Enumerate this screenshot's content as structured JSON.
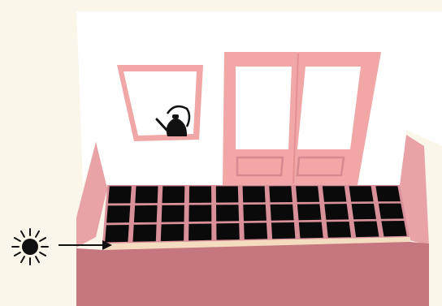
{
  "scene": {
    "name": "room",
    "colors": {
      "background": "#fbf6ea",
      "wall": "#ffffff",
      "pink_trim": "#f0a7a6",
      "pink_dark": "#de8f90",
      "box_front": "#c5767e",
      "box_side": "#e9a3a7",
      "floor_tile": "#0a0a0a",
      "grout": "#d9909a",
      "floor_lip": "#f4dcc0",
      "glass": "#ffffff",
      "kettle": "#111111",
      "sun": "#111111"
    },
    "floor": {
      "rows": 3,
      "cols": 11
    },
    "icons": [
      "sun-icon",
      "arrow-right-icon",
      "kettle-icon"
    ]
  }
}
